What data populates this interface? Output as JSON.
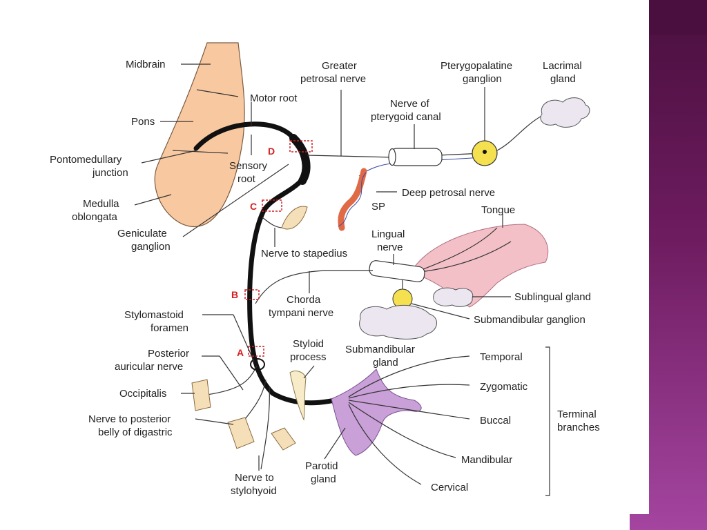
{
  "colors": {
    "side_bar": "#6e1c60",
    "brain": "#f8c9a0",
    "nerve": "#111111",
    "ganglion": "#f5e050",
    "gland": "#ece6f0",
    "tongue": "#f4c0c8",
    "parotid": "#c9a0d8",
    "artery": "#e06a45",
    "marker": "#d42020"
  },
  "labels": {
    "midbrain": "Midbrain",
    "pons": "Pons",
    "pontomedullary_1": "Pontomedullary",
    "pontomedullary_2": "junction",
    "medulla_1": "Medulla",
    "medulla_2": "oblongata",
    "geniculate_1": "Geniculate",
    "geniculate_2": "ganglion",
    "motor_root": "Motor root",
    "sensory_1": "Sensory",
    "sensory_2": "root",
    "greater_petrosal_1": "Greater",
    "greater_petrosal_2": "petrosal nerve",
    "pterygoid_canal_1": "Nerve of",
    "pterygoid_canal_2": "pterygoid canal",
    "pterygopalatine_1": "Pterygopalatine",
    "pterygopalatine_2": "ganglion",
    "lacrimal_1": "Lacrimal",
    "lacrimal_2": "gland",
    "deep_petrosal": "Deep petrosal nerve",
    "sp": "SP",
    "tongue": "Tongue",
    "lingual_1": "Lingual",
    "lingual_2": "nerve",
    "stapedius": "Nerve to stapedius",
    "chorda_1": "Chorda",
    "chorda_2": "tympani nerve",
    "sublingual": "Sublingual gland",
    "submandibular_ganglion": "Submandibular ganglion",
    "submandibular_gland_1": "Submandibular",
    "submandibular_gland_2": "gland",
    "stylomastoid_1": "Stylomastoid",
    "stylomastoid_2": "foramen",
    "posterior_auricular_1": "Posterior",
    "posterior_auricular_2": "auricular nerve",
    "occipitalis": "Occipitalis",
    "digastric_1": "Nerve to posterior",
    "digastric_2": "belly of digastric",
    "styloid_1": "Styloid",
    "styloid_2": "process",
    "stylohyoid_1": "Nerve to",
    "stylohyoid_2": "stylohyoid",
    "parotid_1": "Parotid",
    "parotid_2": "gland",
    "temporal": "Temporal",
    "zygomatic": "Zygomatic",
    "buccal": "Buccal",
    "mandibular": "Mandibular",
    "cervical": "Cervical",
    "terminal_1": "Terminal",
    "terminal_2": "branches"
  },
  "markers": {
    "a": "A",
    "b": "B",
    "c": "C",
    "d": "D"
  }
}
